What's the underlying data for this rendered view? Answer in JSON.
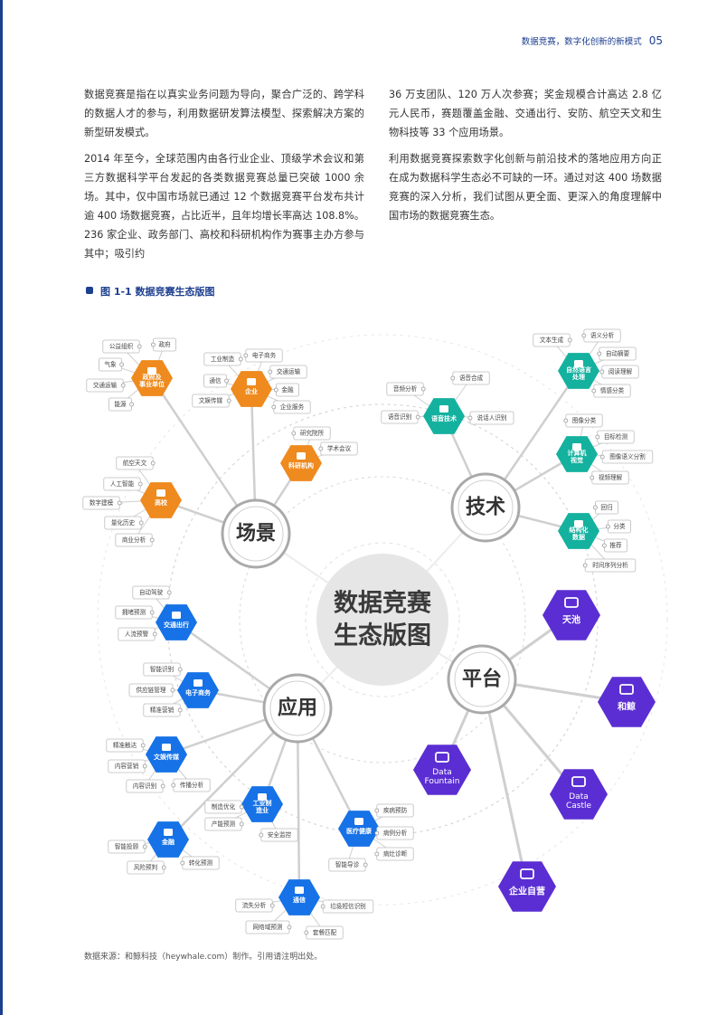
{
  "header": {
    "title": "数据竞赛，数字化创新的新模式",
    "page_number": "05"
  },
  "text": {
    "left": [
      "数据竞赛是指在以真实业务问题为导向，聚合广泛的、跨学科的数据人才的参与，利用数据研发算法模型、探索解决方案的新型研发模式。",
      "2014 年至今，全球范围内由各行业企业、顶级学术会议和第三方数据科学平台发起的各类数据竞赛总量已突破 1000 余场。其中，仅中国市场就已通过 12 个数据竞赛平台发布共计逾 400 场数据竞赛，占比近半，且年均增长率高达 108.8%。236 家企业、政务部门、高校和科研机构作为赛事主办方参与其中；吸引约"
    ],
    "right": [
      "36 万支团队、120 万人次参赛；奖金规模合计高达 2.8 亿元人民币，赛题覆盖金融、交通出行、安防、航空天文和生物科技等 33 个应用场景。",
      "利用数据竞赛探索数字化创新与前沿技术的落地应用方向正在成为数据科学生态必不可缺的一环。通过对这 400 场数据竞赛的深入分析，我们试图从更全面、更深入的角度理解中国市场的数据竞赛生态。"
    ]
  },
  "figure": {
    "title": "图 1-1 数据竞赛生态版图",
    "center_line1": "数据竞赛",
    "center_line2": "生态版图",
    "pillars": {
      "scene": "场景",
      "tech": "技术",
      "platform": "平台",
      "application": "应用"
    },
    "colors": {
      "orange": "#ee8a1e",
      "teal": "#14b19f",
      "blue": "#1672e6",
      "purple": "#5b2ed3"
    },
    "scene": {
      "gov": {
        "name": "政府及事业单位",
        "tags": [
          "公益组织",
          "政府",
          "气象",
          "交通运输",
          "能源"
        ]
      },
      "enterprise": {
        "name": "企业",
        "tags": [
          "工业制造",
          "电子商务",
          "交通运输",
          "通信",
          "金融",
          "文娱传媒",
          "企业服务"
        ]
      },
      "research": {
        "name": "科研机构",
        "tags": [
          "研究院所",
          "学术会议"
        ]
      },
      "university": {
        "name": "高校",
        "tags": [
          "航空天文",
          "人工智能",
          "数字建模",
          "量化历史",
          "商业分析"
        ]
      }
    },
    "tech": {
      "nlp": {
        "name": "自然语言处理",
        "tags": [
          "文本生成",
          "语义分析",
          "自动摘要",
          "阅读理解",
          "情感分类"
        ]
      },
      "speech": {
        "name": "语音技术",
        "tags": [
          "语音合成",
          "音频分析",
          "语音识别",
          "说话人识别"
        ]
      },
      "cv": {
        "name": "计算机视觉",
        "tags": [
          "图像分类",
          "目标检测",
          "图像语义分割",
          "视频理解"
        ]
      },
      "structured": {
        "name": "结构化数据",
        "tags": [
          "回归",
          "分类",
          "推荐",
          "时间序列分析"
        ]
      }
    },
    "platforms": [
      "天池",
      "和鲸",
      "Data Fountain",
      "Data Castle",
      "企业自营"
    ],
    "application": {
      "traffic": {
        "name": "交通出行",
        "tags": [
          "自动驾驶",
          "拥堵预测",
          "人流预警"
        ]
      },
      "ecommerce": {
        "name": "电子商务",
        "tags": [
          "智能识别",
          "供应链管理",
          "精准营销"
        ]
      },
      "media": {
        "name": "文娱传媒",
        "tags": [
          "精准触达",
          "内容营销",
          "内容识别",
          "传播分析"
        ]
      },
      "industry": {
        "name": "工业制造业",
        "tags": [
          "制造优化",
          "产能预测",
          "安全监控"
        ]
      },
      "finance": {
        "name": "金融",
        "tags": [
          "智能投顾",
          "风险预判",
          "转化预测"
        ]
      },
      "medical": {
        "name": "医疗健康",
        "tags": [
          "疾病预防",
          "病例分析",
          "病灶诊断",
          "智能导诊"
        ]
      },
      "telecom": {
        "name": "通信",
        "tags": [
          "流失分析",
          "垃圾短信识别",
          "网络域预测",
          "套餐匹配"
        ]
      }
    }
  },
  "source": "数据来源：和鲸科技（heywhale.com）制作。引用请注明出处。"
}
